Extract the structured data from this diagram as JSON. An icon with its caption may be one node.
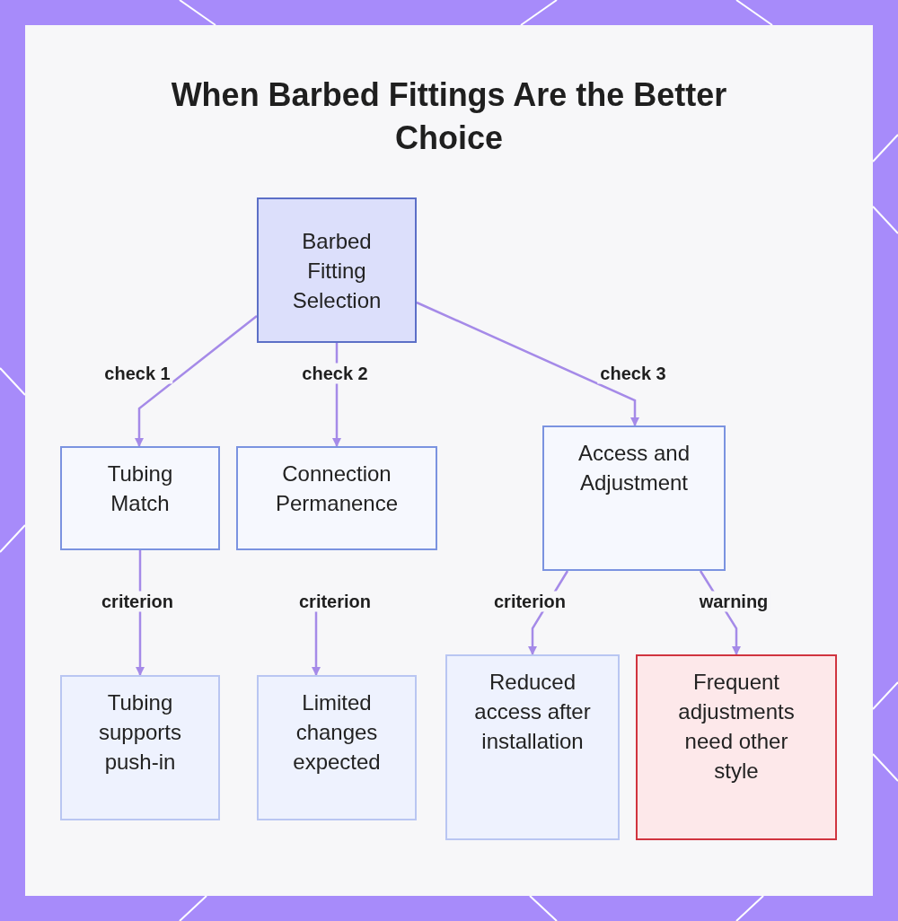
{
  "diagram": {
    "title": "When Barbed Fittings Are the Better Choice",
    "nodes": [
      {
        "text": [
          "Barbed Fitting Selection"
        ]
      },
      {
        "text": [
          "Tubing Match"
        ]
      },
      {
        "text": [
          "Connection Permanence"
        ]
      },
      {
        "text": [
          "Access and Adjustment"
        ]
      },
      {
        "text": [
          "Tubing supports push-in"
        ]
      },
      {
        "text": [
          "Limited changes expected"
        ]
      },
      {
        "text": [
          "Reduced access after installation"
        ]
      },
      {
        "text": [
          "Frequent adjustments need other style"
        ]
      }
    ],
    "edges": [
      {
        "from": 0,
        "to": 1,
        "arrow": "to",
        "label": "check 1"
      },
      {
        "from": 0,
        "to": 2,
        "arrow": "to",
        "label": "check 2"
      },
      {
        "from": 0,
        "to": 3,
        "arrow": "to",
        "label": "check 3"
      },
      {
        "from": 1,
        "to": 4,
        "arrow": "to",
        "label": "criterion"
      },
      {
        "from": 2,
        "to": 5,
        "arrow": "to",
        "label": "criterion"
      },
      {
        "from": 3,
        "to": 6,
        "arrow": "to",
        "label": "criterion"
      },
      {
        "from": 3,
        "to": 7,
        "arrow": "to",
        "label": "warning"
      }
    ]
  }
}
